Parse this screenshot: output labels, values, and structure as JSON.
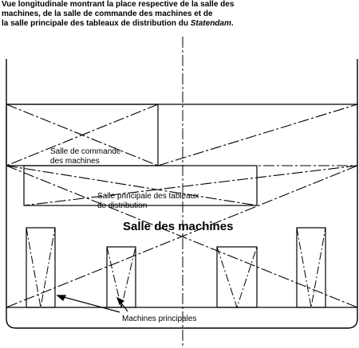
{
  "caption": {
    "line1": "Vue longitudinale montrant la place respective de la salle des",
    "line2": "machines, de la salle de commande des machines et de",
    "line3_prefix": "la salle principale des tableaux de distribution du ",
    "line3_ship": "Statendam",
    "line3_suffix": "."
  },
  "labels": {
    "control_room_line1": "Salle de commande",
    "control_room_line2": "des machines",
    "switchboard_line1": "Salle principale des tableaux",
    "switchboard_line2": "de distribution",
    "engine_room": "Salle des machines",
    "main_engines": "Machines principales"
  }
}
